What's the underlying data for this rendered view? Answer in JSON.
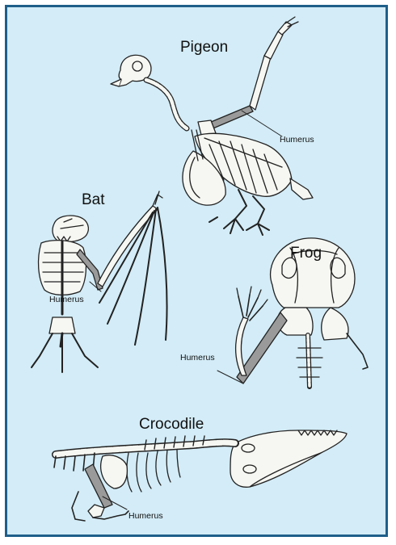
{
  "colors": {
    "background": "#d3ecf7",
    "border": "#1f5f8a",
    "bone_fill": "#f6f6f2",
    "humerus_fill": "#9a9a9a",
    "ink": "#111111"
  },
  "animals": {
    "pigeon": {
      "name": "Pigeon",
      "bone_label": "Humerus"
    },
    "bat": {
      "name": "Bat",
      "bone_label": "Humerus"
    },
    "frog": {
      "name": "Frog",
      "bone_label": "Humerus"
    },
    "crocodile": {
      "name": "Crocodile",
      "bone_label": "Humerus"
    }
  }
}
